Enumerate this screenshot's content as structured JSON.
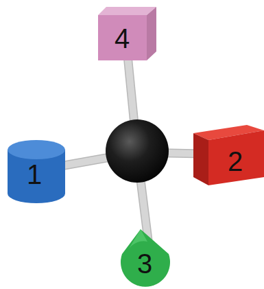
{
  "diagram": {
    "nodes": [
      {
        "text": [
          "4"
        ]
      },
      {
        "text": [
          "2"
        ]
      },
      {
        "text": [
          "1"
        ]
      },
      {
        "text": [
          "3"
        ]
      }
    ]
  }
}
